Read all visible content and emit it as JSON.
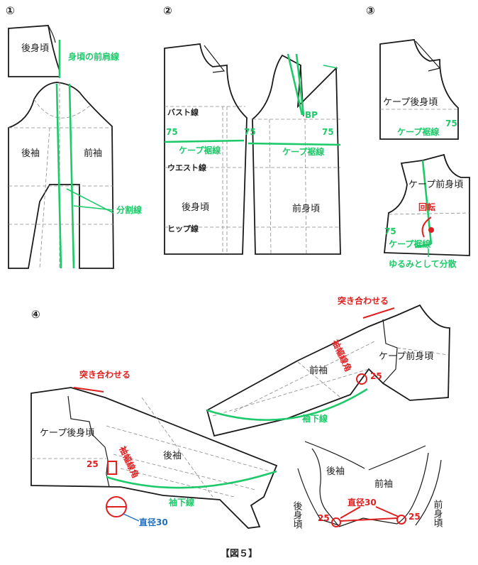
{
  "panels": {
    "p1": {
      "number": "①",
      "back_bodice": "後身頃",
      "front_shoulder": "身頃の前肩線",
      "back_sleeve": "後袖",
      "front_sleeve": "前袖",
      "split_line": "分割線"
    },
    "p2": {
      "number": "②",
      "bust_line": "バスト線",
      "cape_hem_left": "ケープ裾線",
      "cape_hem_right": "ケープ裾線",
      "waist_line": "ウエスト線",
      "hip_line": "ヒップ線",
      "back_bodice": "後身頃",
      "front_bodice": "前身頃",
      "bp": "BP",
      "v75a": "75",
      "v75b": "75",
      "v75c": "75"
    },
    "p3": {
      "number": "③",
      "cape_back": "ケープ後身頃",
      "cape_hem": "ケープ裾線",
      "v75a": "75",
      "cape_front": "ケープ前身頃",
      "rotate": "回転",
      "v75b": "75",
      "cape_hem2": "ケープ裾線",
      "ease": "ゆるみとして分散"
    },
    "p4": {
      "number": "④",
      "butt_left": "突き合わせる",
      "butt_right": "突き合わせる",
      "cape_back": "ケープ後身頃",
      "back_sleeve": "後袖",
      "front_sleeve": "前袖",
      "cape_front": "ケープ前身頃",
      "armhole_left": "袖幅線角",
      "armhole_right": "袖幅線角",
      "underarm_left": "袖下線",
      "underarm_right": "袖下線",
      "v25a": "25",
      "v25b": "25",
      "diameter": "直径30",
      "diameter2": "直径30",
      "detail_back_sleeve": "後袖",
      "detail_front_sleeve": "前袖",
      "detail_back_bodice": "後身頃",
      "detail_front_bodice": "前身頃",
      "v25c": "25",
      "v25d": "25"
    }
  },
  "caption": "【図５】",
  "colors": {
    "green": "#1ec96a",
    "red": "#e02020",
    "blue": "#1f6fbf",
    "line": "#1a1a1a"
  }
}
